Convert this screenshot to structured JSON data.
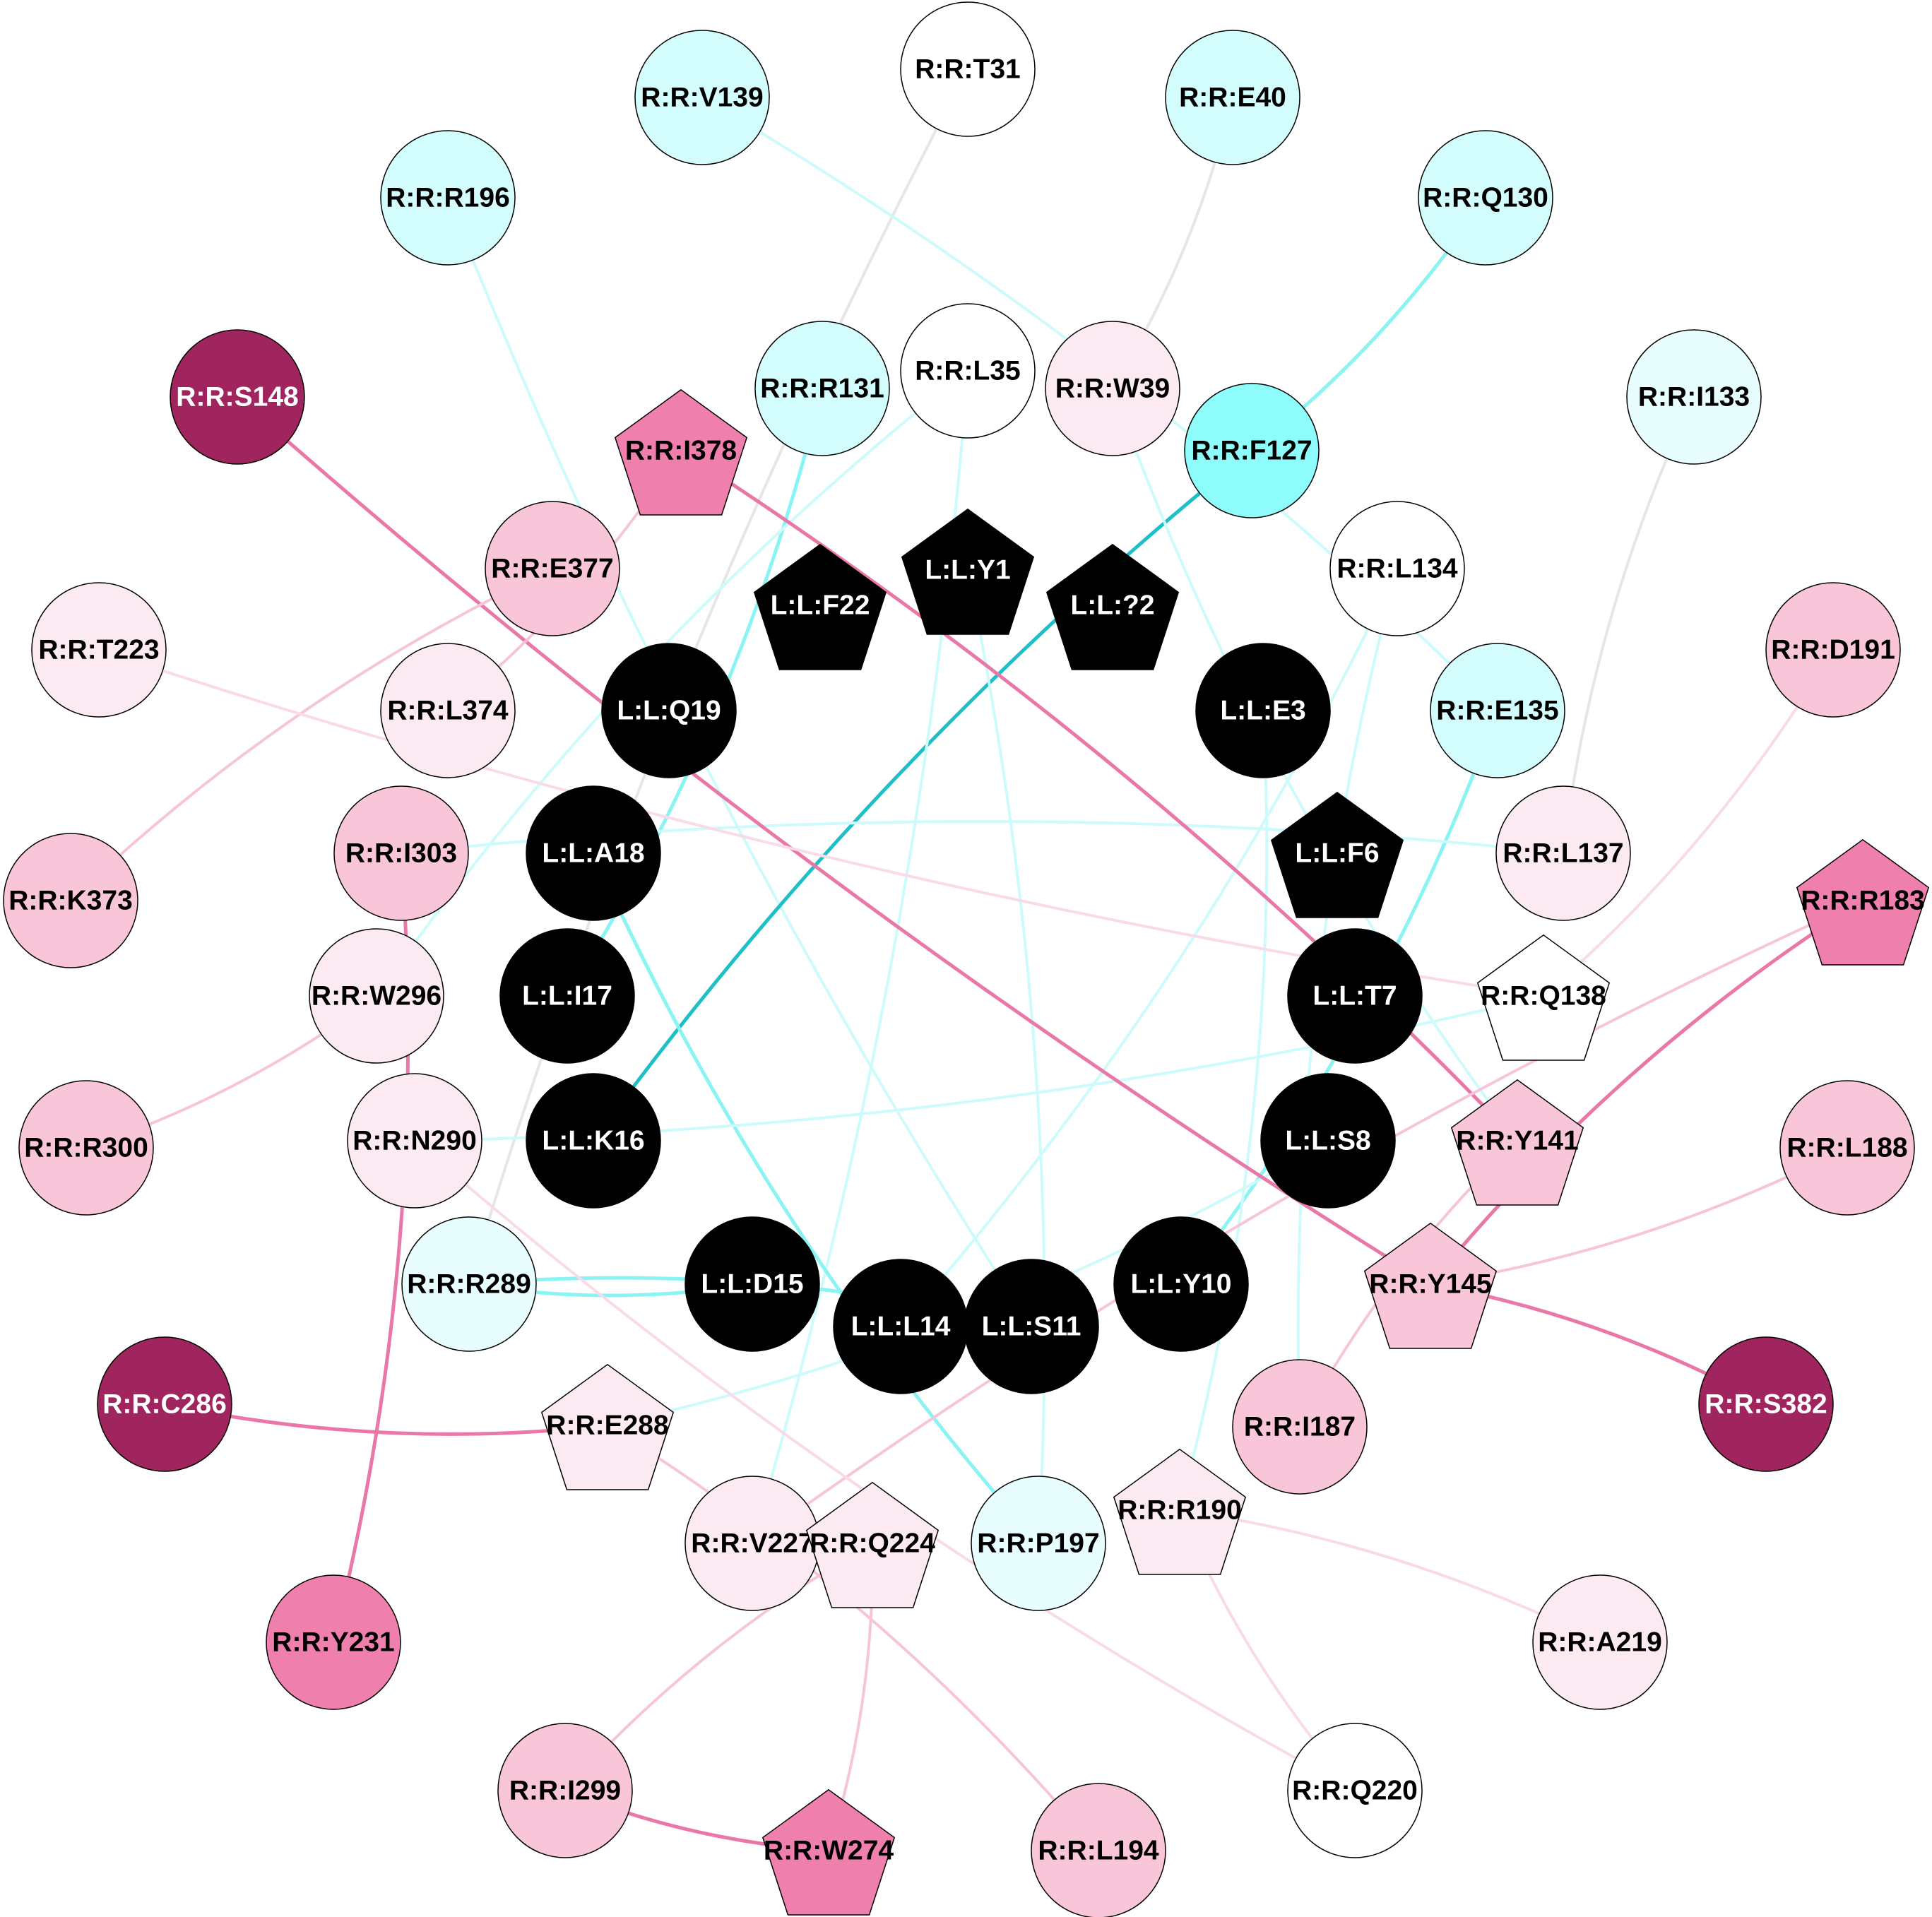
{
  "colors": {
    "black": "#000000",
    "white": "#ffffff",
    "cyan_strong": "#8ffcfc",
    "cyan_light": "#d3fdfd",
    "cyan_pale": "#e8fdfd",
    "pink_pale": "#fbeaf1",
    "pink_light": "#f8c5d9",
    "pink_mid": "#ef7fac",
    "magenta_dark": "#a0255f",
    "edge_grey": "#e6e6e6",
    "edge_cyan": "#8af4f4",
    "edge_cyan_light": "#cdfbfb",
    "edge_teal": "#1fbfc7",
    "edge_pink": "#e978a8",
    "edge_pink_light": "#f6c5d8",
    "edge_pink_faint": "#f9dbe7"
  },
  "nodes": [
    {
      "id": "R:R:T31",
      "shape": "circle",
      "fill": "white",
      "text": "dark"
    },
    {
      "id": "R:R:V139",
      "shape": "circle",
      "fill": "cyan_light",
      "text": "dark"
    },
    {
      "id": "R:R:E40",
      "shape": "circle",
      "fill": "cyan_light",
      "text": "dark"
    },
    {
      "id": "R:R:R196",
      "shape": "circle",
      "fill": "cyan_light",
      "text": "dark"
    },
    {
      "id": "R:R:Q130",
      "shape": "circle",
      "fill": "cyan_light",
      "text": "dark"
    },
    {
      "id": "R:R:S148",
      "shape": "circle",
      "fill": "magenta_dark",
      "text": "light"
    },
    {
      "id": "R:R:R131",
      "shape": "circle",
      "fill": "cyan_light",
      "text": "dark"
    },
    {
      "id": "R:R:L35",
      "shape": "circle",
      "fill": "white",
      "text": "dark"
    },
    {
      "id": "R:R:W39",
      "shape": "circle",
      "fill": "pink_pale",
      "text": "dark"
    },
    {
      "id": "R:R:I133",
      "shape": "circle",
      "fill": "cyan_pale",
      "text": "dark"
    },
    {
      "id": "R:R:I378",
      "shape": "pentagon",
      "fill": "pink_mid",
      "text": "dark"
    },
    {
      "id": "R:R:F127",
      "shape": "circle",
      "fill": "cyan_strong",
      "text": "dark"
    },
    {
      "id": "R:R:E377",
      "shape": "circle",
      "fill": "pink_light",
      "text": "dark"
    },
    {
      "id": "L:L:Y1",
      "shape": "pentagon",
      "fill": "black",
      "text": "light"
    },
    {
      "id": "R:R:L134",
      "shape": "circle",
      "fill": "white",
      "text": "dark"
    },
    {
      "id": "L:L:F22",
      "shape": "pentagon",
      "fill": "black",
      "text": "light"
    },
    {
      "id": "L:L:?2",
      "shape": "pentagon",
      "fill": "black",
      "text": "light"
    },
    {
      "id": "R:R:T223",
      "shape": "circle",
      "fill": "pink_pale",
      "text": "dark"
    },
    {
      "id": "R:R:D191",
      "shape": "circle",
      "fill": "pink_light",
      "text": "dark"
    },
    {
      "id": "L:L:Q19",
      "shape": "circle",
      "fill": "black",
      "text": "light"
    },
    {
      "id": "L:L:E3",
      "shape": "circle",
      "fill": "black",
      "text": "light"
    },
    {
      "id": "R:R:L374",
      "shape": "circle",
      "fill": "pink_pale",
      "text": "dark"
    },
    {
      "id": "R:R:E135",
      "shape": "circle",
      "fill": "cyan_light",
      "text": "dark"
    },
    {
      "id": "R:R:I303",
      "shape": "circle",
      "fill": "pink_light",
      "text": "dark"
    },
    {
      "id": "L:L:A18",
      "shape": "circle",
      "fill": "black",
      "text": "light"
    },
    {
      "id": "L:L:F6",
      "shape": "pentagon",
      "fill": "black",
      "text": "light"
    },
    {
      "id": "R:R:L137",
      "shape": "circle",
      "fill": "pink_pale",
      "text": "dark"
    },
    {
      "id": "R:R:K373",
      "shape": "circle",
      "fill": "pink_light",
      "text": "dark"
    },
    {
      "id": "R:R:R183",
      "shape": "pentagon",
      "fill": "pink_mid",
      "text": "dark"
    },
    {
      "id": "R:R:W296",
      "shape": "circle",
      "fill": "pink_pale",
      "text": "dark"
    },
    {
      "id": "L:L:I17",
      "shape": "circle",
      "fill": "black",
      "text": "light"
    },
    {
      "id": "L:L:T7",
      "shape": "circle",
      "fill": "black",
      "text": "light"
    },
    {
      "id": "R:R:Q138",
      "shape": "pentagon",
      "fill": "white",
      "text": "dark"
    },
    {
      "id": "R:R:R300",
      "shape": "circle",
      "fill": "pink_light",
      "text": "dark"
    },
    {
      "id": "R:R:N290",
      "shape": "circle",
      "fill": "pink_pale",
      "text": "dark"
    },
    {
      "id": "L:L:K16",
      "shape": "circle",
      "fill": "black",
      "text": "light"
    },
    {
      "id": "L:L:S8",
      "shape": "circle",
      "fill": "black",
      "text": "light"
    },
    {
      "id": "R:R:Y141",
      "shape": "pentagon",
      "fill": "pink_light",
      "text": "dark"
    },
    {
      "id": "R:R:L188",
      "shape": "circle",
      "fill": "pink_light",
      "text": "dark"
    },
    {
      "id": "R:R:R289",
      "shape": "circle",
      "fill": "cyan_pale",
      "text": "dark"
    },
    {
      "id": "L:L:D15",
      "shape": "circle",
      "fill": "black",
      "text": "light"
    },
    {
      "id": "L:L:Y10",
      "shape": "circle",
      "fill": "black",
      "text": "light"
    },
    {
      "id": "R:R:Y145",
      "shape": "pentagon",
      "fill": "pink_light",
      "text": "dark"
    },
    {
      "id": "L:L:L14",
      "shape": "circle",
      "fill": "black",
      "text": "light"
    },
    {
      "id": "L:L:S11",
      "shape": "circle",
      "fill": "black",
      "text": "light"
    },
    {
      "id": "R:R:C286",
      "shape": "circle",
      "fill": "magenta_dark",
      "text": "light"
    },
    {
      "id": "R:R:E288",
      "shape": "pentagon",
      "fill": "pink_pale",
      "text": "dark"
    },
    {
      "id": "R:R:I187",
      "shape": "circle",
      "fill": "pink_light",
      "text": "dark"
    },
    {
      "id": "R:R:S382",
      "shape": "circle",
      "fill": "magenta_dark",
      "text": "light"
    },
    {
      "id": "R:R:V227",
      "shape": "circle",
      "fill": "pink_pale",
      "text": "dark"
    },
    {
      "id": "R:R:Q224",
      "shape": "pentagon",
      "fill": "pink_pale",
      "text": "dark"
    },
    {
      "id": "R:R:P197",
      "shape": "circle",
      "fill": "cyan_pale",
      "text": "dark"
    },
    {
      "id": "R:R:R190",
      "shape": "pentagon",
      "fill": "pink_pale",
      "text": "dark"
    },
    {
      "id": "R:R:Y231",
      "shape": "circle",
      "fill": "pink_mid",
      "text": "dark"
    },
    {
      "id": "R:R:A219",
      "shape": "circle",
      "fill": "pink_pale",
      "text": "dark"
    },
    {
      "id": "R:R:I299",
      "shape": "circle",
      "fill": "pink_light",
      "text": "dark"
    },
    {
      "id": "R:R:Q220",
      "shape": "circle",
      "fill": "white",
      "text": "dark"
    },
    {
      "id": "R:R:W274",
      "shape": "pentagon",
      "fill": "pink_mid",
      "text": "dark"
    },
    {
      "id": "R:R:L194",
      "shape": "circle",
      "fill": "pink_light",
      "text": "dark"
    }
  ],
  "edges": [
    {
      "from": "R:R:T31",
      "to": "R:R:R289",
      "color": "edge_grey"
    },
    {
      "from": "R:R:E40",
      "to": "R:R:W39",
      "color": "edge_grey"
    },
    {
      "from": "R:R:I133",
      "to": "R:R:L137",
      "color": "edge_grey"
    },
    {
      "from": "R:R:V139",
      "to": "R:R:E135",
      "color": "edge_cyan_light"
    },
    {
      "from": "R:R:R196",
      "to": "L:L:S11",
      "color": "edge_cyan_light"
    },
    {
      "from": "R:R:Q130",
      "to": "R:R:F127",
      "color": "edge_cyan"
    },
    {
      "from": "R:R:F127",
      "to": "L:L:K16",
      "color": "edge_teal"
    },
    {
      "from": "R:R:R131",
      "to": "L:L:I17",
      "color": "edge_cyan"
    },
    {
      "from": "R:R:L35",
      "to": "R:R:W296",
      "color": "edge_cyan_light"
    },
    {
      "from": "R:R:L35",
      "to": "R:R:V227",
      "color": "edge_cyan_light"
    },
    {
      "from": "R:R:W39",
      "to": "R:R:Y141",
      "color": "edge_cyan_light"
    },
    {
      "from": "L:L:Y1",
      "to": "R:R:P197",
      "color": "edge_cyan_light"
    },
    {
      "from": "L:L:A18",
      "to": "R:R:P197",
      "color": "edge_cyan"
    },
    {
      "from": "R:R:L134",
      "to": "L:L:L14",
      "color": "edge_cyan_light"
    },
    {
      "from": "R:R:L134",
      "to": "R:R:I187",
      "color": "edge_cyan_light"
    },
    {
      "from": "R:R:E135",
      "to": "L:L:Y10",
      "color": "edge_cyan"
    },
    {
      "from": "R:R:L137",
      "to": "R:R:I303",
      "color": "edge_cyan_light"
    },
    {
      "from": "R:R:Q138",
      "to": "R:R:N290",
      "color": "edge_cyan_light"
    },
    {
      "from": "R:R:R289",
      "to": "L:L:D15",
      "color": "edge_cyan"
    },
    {
      "from": "R:R:R289",
      "to": "L:L:S11",
      "color": "edge_cyan"
    },
    {
      "from": "R:R:E288",
      "to": "L:L:S8",
      "color": "edge_cyan_light"
    },
    {
      "from": "L:L:E3",
      "to": "R:R:R190",
      "color": "edge_cyan_light"
    },
    {
      "from": "R:R:S148",
      "to": "R:R:Y145",
      "color": "edge_pink"
    },
    {
      "from": "R:R:I378",
      "to": "R:R:Y141",
      "color": "edge_pink"
    },
    {
      "from": "R:R:R183",
      "to": "R:R:Y145",
      "color": "edge_pink"
    },
    {
      "from": "R:R:Y145",
      "to": "R:R:S382",
      "color": "edge_pink"
    },
    {
      "from": "R:R:C286",
      "to": "R:R:E288",
      "color": "edge_pink"
    },
    {
      "from": "R:R:I303",
      "to": "R:R:Y231",
      "color": "edge_pink"
    },
    {
      "from": "R:R:I299",
      "to": "R:R:W274",
      "color": "edge_pink"
    },
    {
      "from": "R:R:I378",
      "to": "R:R:L374",
      "color": "edge_pink_light"
    },
    {
      "from": "R:R:E377",
      "to": "R:R:K373",
      "color": "edge_pink_light"
    },
    {
      "from": "R:R:W296",
      "to": "R:R:R300",
      "color": "edge_pink_light"
    },
    {
      "from": "R:R:R183",
      "to": "R:R:V227",
      "color": "edge_pink_light"
    },
    {
      "from": "R:R:L188",
      "to": "R:R:Y145",
      "color": "edge_pink_light"
    },
    {
      "from": "R:R:Y141",
      "to": "R:R:I187",
      "color": "edge_pink_light"
    },
    {
      "from": "R:R:E288",
      "to": "R:R:L194",
      "color": "edge_pink_light"
    },
    {
      "from": "R:R:Q224",
      "to": "R:R:I299",
      "color": "edge_pink_light"
    },
    {
      "from": "R:R:Q224",
      "to": "R:R:W274",
      "color": "edge_pink_light"
    },
    {
      "from": "R:R:T223",
      "to": "R:R:Q138",
      "color": "edge_pink_faint"
    },
    {
      "from": "R:R:D191",
      "to": "R:R:Q138",
      "color": "edge_pink_faint"
    },
    {
      "from": "R:R:R190",
      "to": "R:R:Q220",
      "color": "edge_pink_faint"
    },
    {
      "from": "R:R:R190",
      "to": "R:R:A219",
      "color": "edge_pink_faint"
    },
    {
      "from": "R:R:N290",
      "to": "R:R:Q220",
      "color": "edge_pink_faint"
    }
  ]
}
